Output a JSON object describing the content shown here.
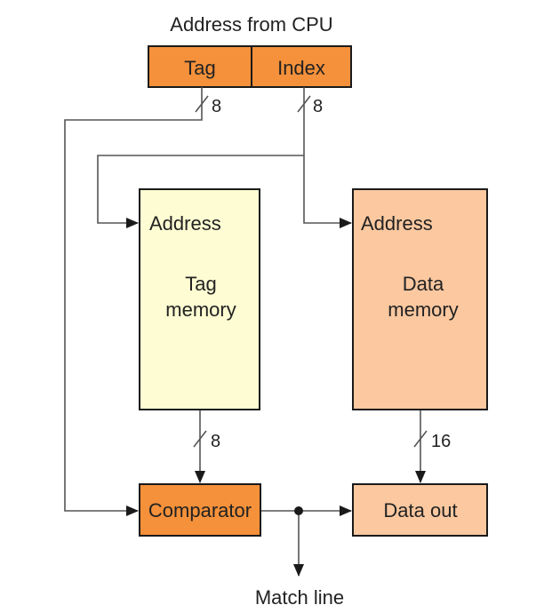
{
  "title": "Address from CPU",
  "address_register": {
    "tag_label": "Tag",
    "index_label": "Index"
  },
  "bus_widths": {
    "tag": "8",
    "index": "8",
    "tag_mem_out": "8",
    "data_mem_out": "16"
  },
  "tag_memory": {
    "address_label": "Address",
    "name_line1": "Tag",
    "name_line2": "memory"
  },
  "data_memory": {
    "address_label": "Address",
    "name_line1": "Data",
    "name_line2": "memory"
  },
  "comparator_label": "Comparator",
  "data_out_label": "Data out",
  "match_line_label": "Match line",
  "colors": {
    "register_fill": "#f5913a",
    "tag_memory_fill": "#fdfcd2",
    "data_memory_fill": "#fbc8a0",
    "comparator_fill": "#f5913a",
    "data_out_fill": "#fbc8a0",
    "stroke": "#1a1a1a",
    "wire": "#555555"
  }
}
